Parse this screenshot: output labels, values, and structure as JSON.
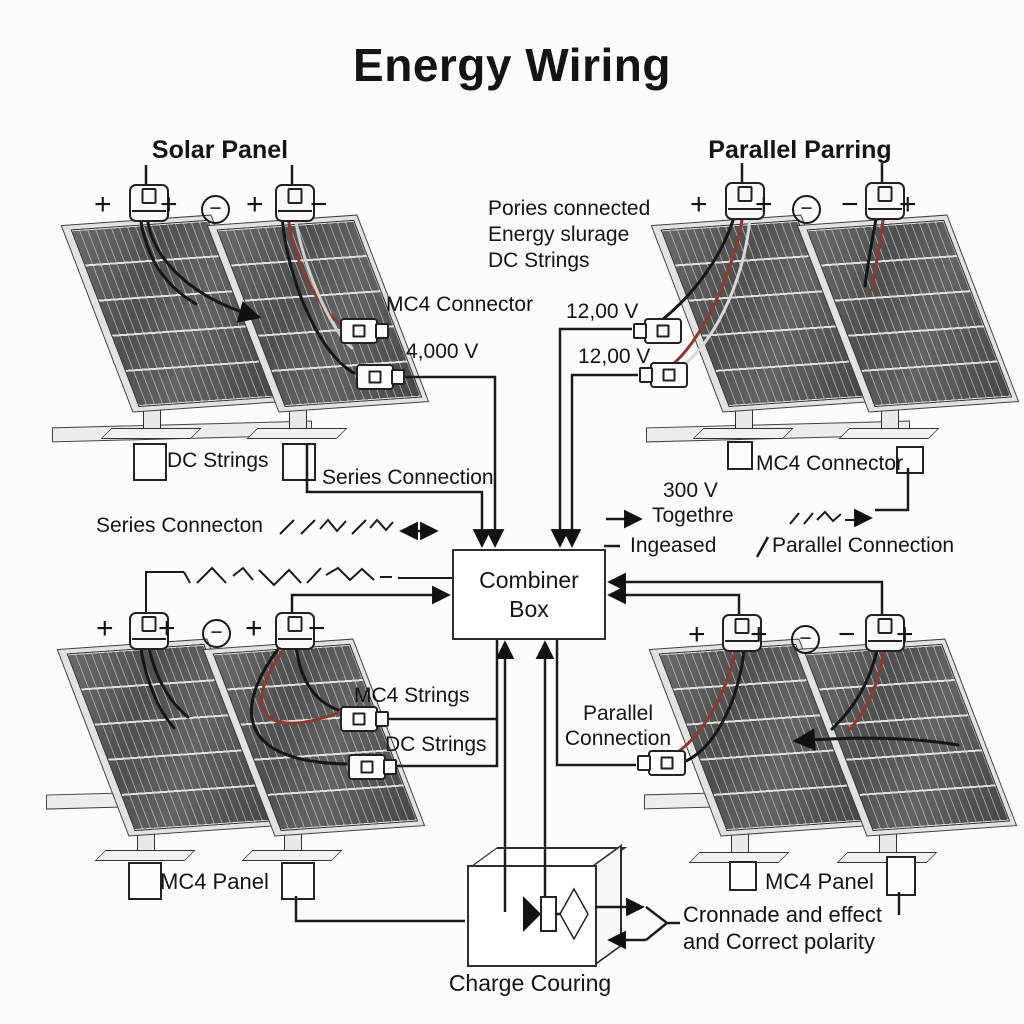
{
  "title": "Energy Wiring",
  "headings": {
    "left": "Solar Panel",
    "right": "Parallel Parring"
  },
  "top_note": {
    "line1": "Pories connected",
    "line2": "Energy slurage",
    "line3": "DC Strings"
  },
  "labels": {
    "mc4_connector_top_left": "MC4 Connector",
    "voltage_top_left": "4,000 V",
    "voltage_right_upper": "12,00 V",
    "voltage_right_lower": "12,00 V",
    "dc_strings_top": "DC Strings",
    "series_connection": "Series Connection",
    "series_connecton": "Series Connecton",
    "mc4_connector_top_right": "MC4 Connector",
    "voltage_300": "300 V",
    "togethre": "Togethre",
    "ingeased": "Ingeased",
    "parallel_connection_right": "Parallel Connection",
    "mc4_strings": "MC4 Strings",
    "dc_strings_bottom": "DC Strings",
    "parallel_mid_line1": "Parallel",
    "parallel_mid_line2": "Connection",
    "mc4_panel_left": "MC4 Panel",
    "mc4_panel_right": "MC4 Panel",
    "charge_controller": "Charge Couring",
    "result_line1": "Cronnade and effect",
    "result_line2": "and Correct polarity"
  },
  "combiner": {
    "line1": "Combiner",
    "line2": "Box"
  },
  "polarity": {
    "top_left": [
      "+",
      "+",
      "−",
      "+",
      "−"
    ],
    "top_right": [
      "+",
      "+",
      "−",
      "−",
      "+"
    ],
    "bottom_left": [
      "+",
      "+",
      "−",
      "+",
      "−"
    ],
    "bottom_right": [
      "+",
      "+",
      "−",
      "−",
      "+"
    ]
  },
  "colors": {
    "wire_black": "#161616",
    "wire_red": "#8a3a32",
    "wire_light": "#cfcfcf",
    "panel_dark": "#555555",
    "frame_light": "#e2e2e2",
    "line": "#1a1a1a",
    "background": "#fcfcfc"
  }
}
